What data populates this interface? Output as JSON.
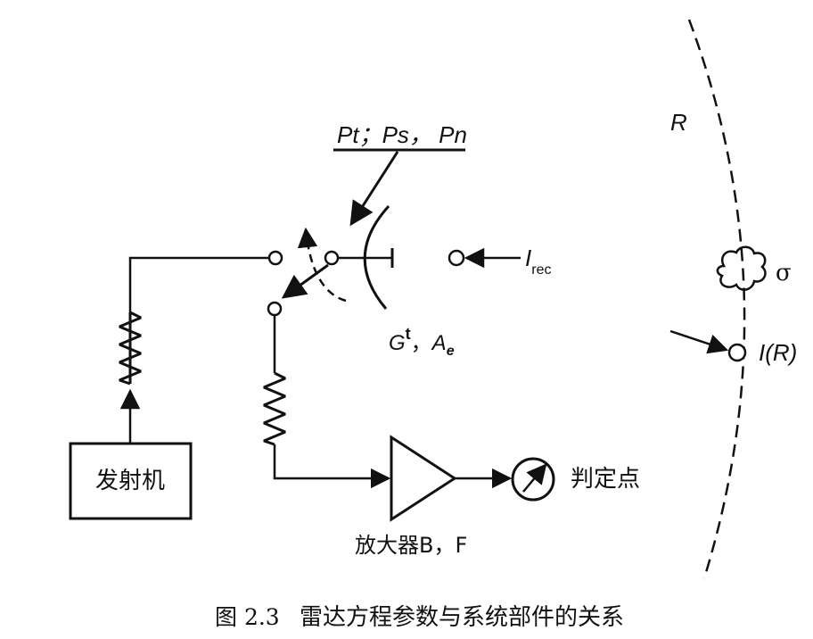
{
  "labels": {
    "power_line": "Pt；Ps， Pn",
    "antenna_gain_g": "G",
    "antenna_gain_t": "t",
    "antenna_area_sep": "，",
    "antenna_area_a": "A",
    "antenna_area_e": "e",
    "interference_i": "I",
    "interference_rec": "rec",
    "range_r": "R",
    "target_sigma": "σ",
    "interference_at_range": "I(R)",
    "transmitter": "发射机",
    "amplifier": "放大器B，F",
    "decision_point": "判定点"
  },
  "caption": {
    "number": "图 2.3",
    "title": "雷达方程参数与系统部件的关系"
  }
}
